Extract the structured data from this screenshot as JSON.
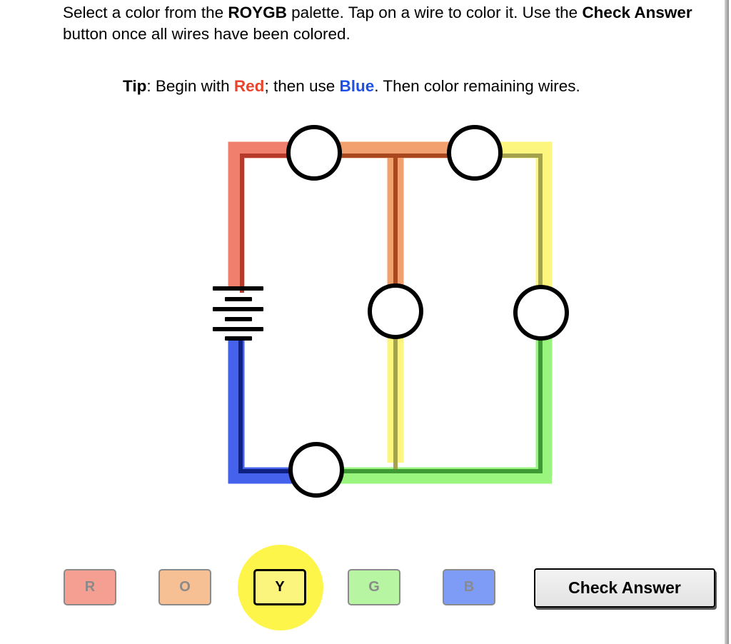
{
  "instructions": {
    "part1": "Select a color from the ",
    "palette_name": "ROYGB",
    "part2": " palette. Tap on a wire to color it. Use the ",
    "check_ref": "Check Answer",
    "part3": " button once all wires have been colored."
  },
  "tip": {
    "label": "Tip",
    "colon": ":",
    "part1": " Begin with ",
    "red_word": "Red",
    "part2": "; then use ",
    "blue_word": "Blue",
    "part3": ". Then color remaining wires."
  },
  "colors": {
    "red": "#f0806d",
    "orange": "#f3a06f",
    "yellow": "#fdf67e",
    "green": "#9af57f",
    "blue": "#4562ec",
    "red_core": "#b53a2a",
    "orange_core": "#a9481f",
    "yellow_core": "#a5a24e",
    "green_core": "#3f9a35",
    "blue_core": "#102184",
    "highlight": "#fdf54a",
    "tip_red": "#e9432c",
    "tip_blue": "#1f50e6"
  },
  "circuit": {
    "wires": [
      {
        "name": "wire-left-top",
        "color": "red"
      },
      {
        "name": "wire-top-middle",
        "color": "orange"
      },
      {
        "name": "wire-center-upper",
        "color": "orange"
      },
      {
        "name": "wire-top-right",
        "color": "yellow"
      },
      {
        "name": "wire-center-lower",
        "color": "yellow"
      },
      {
        "name": "wire-right-lower",
        "color": "green"
      },
      {
        "name": "wire-bottom-right",
        "color": "green"
      },
      {
        "name": "wire-left-bottom",
        "color": "blue"
      }
    ]
  },
  "palette": {
    "buttons": [
      {
        "label": "R",
        "color": "#f59f93"
      },
      {
        "label": "O",
        "color": "#f7bf94"
      },
      {
        "label": "Y",
        "color": "#fbf57e"
      },
      {
        "label": "G",
        "color": "#b7f5a3"
      },
      {
        "label": "B",
        "color": "#7e9cf5"
      }
    ],
    "selected": "Y"
  },
  "check_answer": {
    "label": "Check Answer"
  }
}
